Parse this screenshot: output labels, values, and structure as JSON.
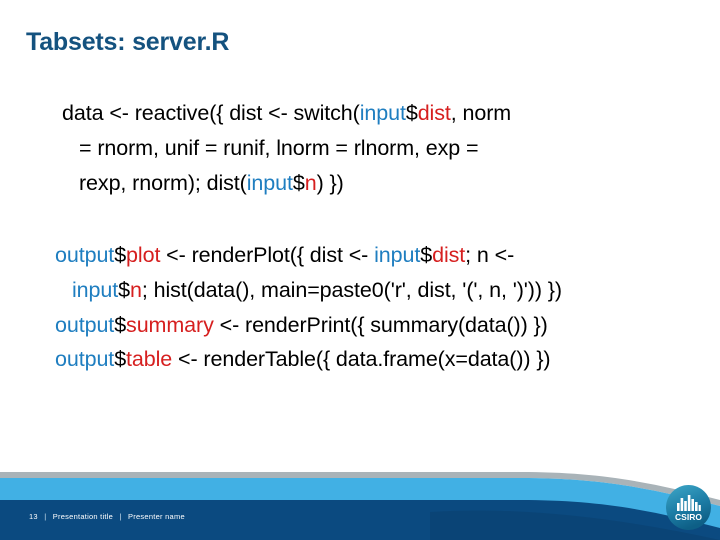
{
  "slide": {
    "title": "Tabsets: server.R",
    "title_color": "#14527f",
    "accent_blue": "#1f7ec0",
    "accent_red": "#d61f1f",
    "band_light_blue": "#41b0e4",
    "band_dark_blue": "#0b4a80",
    "band_gray": "#a9b3b8"
  },
  "code_block_1": {
    "lines": [
      {
        "indent": false,
        "tokens": [
          {
            "text": "data <- reactive({ dist <- switch(",
            "color": "black"
          },
          {
            "text": "input",
            "color": "blue"
          },
          {
            "text": "$",
            "color": "black"
          },
          {
            "text": "dist",
            "color": "red"
          },
          {
            "text": ", norm",
            "color": "black"
          }
        ]
      },
      {
        "indent": true,
        "tokens": [
          {
            "text": "= rnorm, unif = runif, lnorm = rlnorm, exp =",
            "color": "black"
          }
        ]
      },
      {
        "indent": true,
        "tokens": [
          {
            "text": "rexp, rnorm); dist(",
            "color": "black"
          },
          {
            "text": "input",
            "color": "blue"
          },
          {
            "text": "$",
            "color": "black"
          },
          {
            "text": "n",
            "color": "red"
          },
          {
            "text": ") })",
            "color": "black"
          }
        ]
      }
    ]
  },
  "code_block_2": {
    "lines": [
      {
        "indent": false,
        "tokens": [
          {
            "text": "output",
            "color": "blue"
          },
          {
            "text": "$",
            "color": "black"
          },
          {
            "text": "plot",
            "color": "red"
          },
          {
            "text": " <- renderPlot({ dist <- ",
            "color": "black"
          },
          {
            "text": "input",
            "color": "blue"
          },
          {
            "text": "$",
            "color": "black"
          },
          {
            "text": "dist",
            "color": "red"
          },
          {
            "text": "; n <-",
            "color": "black"
          }
        ]
      },
      {
        "indent": true,
        "tokens": [
          {
            "text": "input",
            "color": "blue"
          },
          {
            "text": "$",
            "color": "black"
          },
          {
            "text": "n",
            "color": "red"
          },
          {
            "text": "; hist(data(), main=paste0('r', dist, '(', n, ')')) })",
            "color": "black"
          }
        ]
      },
      {
        "indent": false,
        "tokens": [
          {
            "text": "output",
            "color": "blue"
          },
          {
            "text": "$",
            "color": "black"
          },
          {
            "text": "summary",
            "color": "red"
          },
          {
            "text": " <- renderPrint({ summary(data()) })",
            "color": "black"
          }
        ]
      },
      {
        "indent": false,
        "tokens": [
          {
            "text": "output",
            "color": "blue"
          },
          {
            "text": "$",
            "color": "black"
          },
          {
            "text": "table",
            "color": "red"
          },
          {
            "text": " <- renderTable({ data.frame(x=data()) })",
            "color": "black"
          }
        ]
      }
    ]
  },
  "footer": {
    "slide_number": "13",
    "separator": "|",
    "presentation_title": "Presentation title",
    "presenter_name": "Presenter name",
    "logo_text": "CSIRO"
  }
}
